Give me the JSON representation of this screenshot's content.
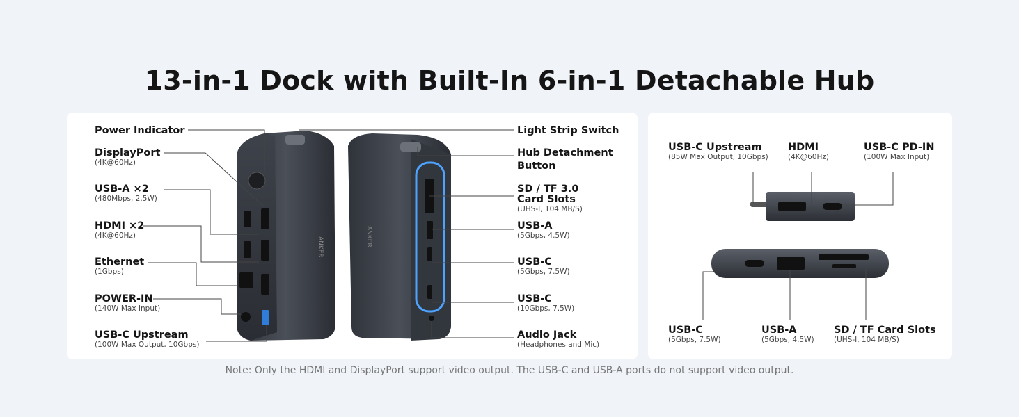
{
  "title": "13-in-1 Dock with Built-In 6-in-1 Detachable Hub",
  "note": "Note: Only the HDMI and DisplayPort support video output. The USB-C and USB-A ports do not support video output.",
  "brand_text": "ANKER",
  "left_labels": [
    {
      "name": "Power Indicator",
      "spec": ""
    },
    {
      "name": "DisplayPort",
      "spec": "(4K@60Hz)"
    },
    {
      "name": "USB-A ×2",
      "spec": "(480Mbps, 2.5W)"
    },
    {
      "name": "HDMI ×2",
      "spec": "(4K@60Hz)"
    },
    {
      "name": "Ethernet",
      "spec": "(1Gbps)"
    },
    {
      "name": "POWER-IN",
      "spec": "(140W Max Input)"
    },
    {
      "name": "USB-C Upstream",
      "spec": "(100W Max Output, 10Gbps)"
    }
  ],
  "middle_labels": [
    {
      "name": "Light Strip Switch",
      "spec": ""
    },
    {
      "name": "Hub Detachment",
      "name2": "Button",
      "spec": ""
    },
    {
      "name": "SD / TF 3.0",
      "name2": "Card Slots",
      "spec": "(UHS-I, 104 MB/S)"
    },
    {
      "name": "USB-A",
      "spec": "(5Gbps, 4.5W)"
    },
    {
      "name": "USB-C",
      "spec": "(5Gbps, 7.5W)"
    },
    {
      "name": "USB-C",
      "spec": "(10Gbps, 7.5W)"
    },
    {
      "name": "Audio Jack",
      "spec": "(Headphones and Mic)"
    }
  ],
  "hub_top_labels": [
    {
      "name": "USB-C Upstream",
      "spec": "(85W Max Output, 10Gbps)"
    },
    {
      "name": "HDMI",
      "spec": "(4K@60Hz)"
    },
    {
      "name": "USB-C PD-IN",
      "spec": "(100W Max Input)"
    }
  ],
  "hub_bottom_labels": [
    {
      "name": "USB-C",
      "spec": "(5Gbps, 7.5W)"
    },
    {
      "name": "USB-A",
      "spec": "(5Gbps, 4.5W)"
    },
    {
      "name": "SD / TF Card Slots",
      "spec": "(UHS-I, 104 MB/S)"
    }
  ],
  "colors": {
    "background": "#f0f4f9",
    "panel": "#ffffff",
    "dock_body": "#3b3f47",
    "light_strip": "#4da3ff"
  }
}
